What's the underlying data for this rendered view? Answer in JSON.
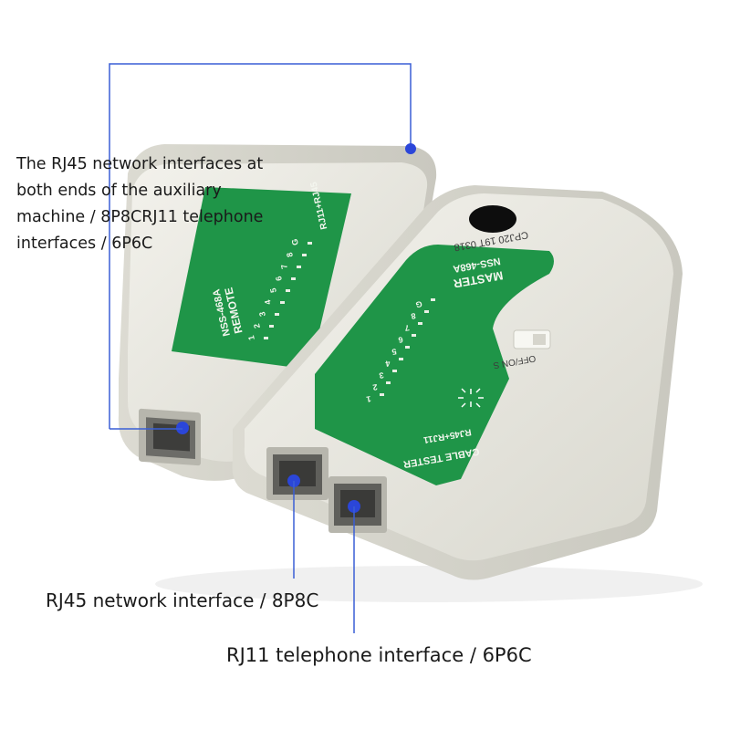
{
  "captions": {
    "top": "The RJ45 network interfaces at both ends of the auxiliary machine / 8P8CRJ11 telephone interfaces / 6P6C",
    "rj45": "RJ45 network interface / 8P8C",
    "rj11": "RJ11 telephone interface / 6P6C"
  },
  "remote_unit": {
    "model": "NSS-468A",
    "title": "REMOTE",
    "ports": "RJ11+RJ45",
    "leds": [
      "G",
      "8",
      "7",
      "6",
      "5",
      "4",
      "3",
      "2",
      "1"
    ]
  },
  "master_unit": {
    "model": "NSS-468A",
    "title": "MASTER",
    "batch": "CPJ20 19T 0318",
    "switch": "OFF/ON S",
    "ports": "RJ45+RJ11",
    "brand": "CABLE TESTER",
    "leds": [
      "G",
      "8",
      "7",
      "6",
      "5",
      "4",
      "3",
      "2",
      "1"
    ]
  },
  "colors": {
    "callout_line": "#3a5fd6",
    "panel_green": "#1f9548",
    "body": "#ecebe3"
  }
}
